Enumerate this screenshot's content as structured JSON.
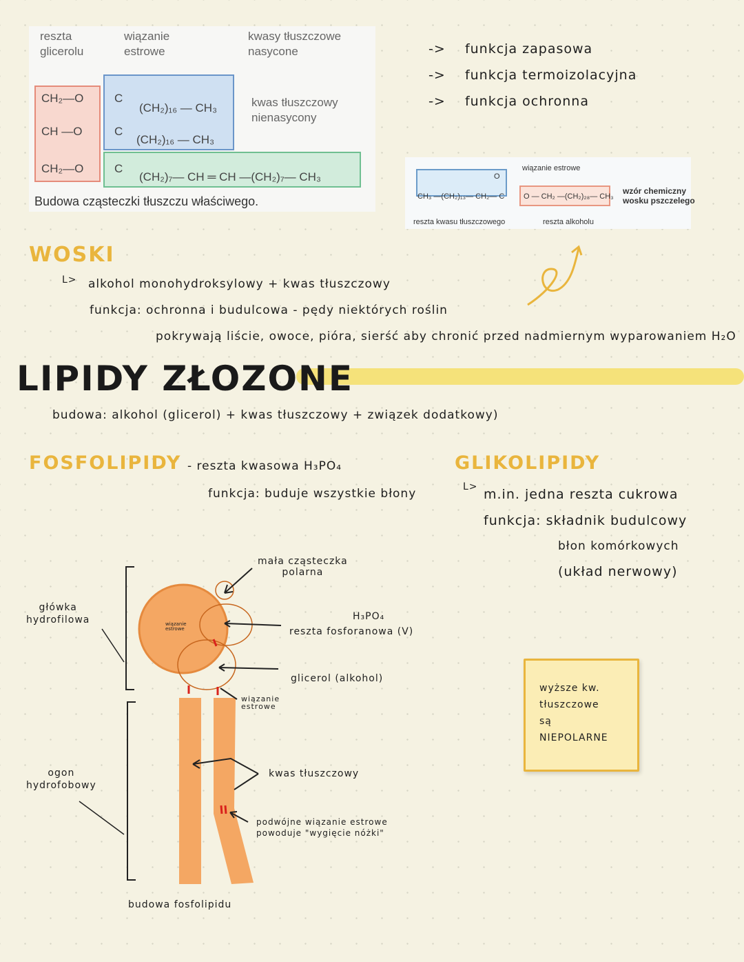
{
  "fat_figure": {
    "labels": {
      "glycerol_residue": "reszta\nglicerolu",
      "ester_bond": "wiązanie\nestrowe",
      "saturated": "kwasy tłuszczowe\nnasycone",
      "unsaturated": "kwas tłuszczowy\nnienasycony"
    },
    "rows": [
      "CH₂—O",
      "CH —O",
      "CH₂—O"
    ],
    "chains": [
      "(CH₂)₁₆ — CH₃",
      "(CH₂)₁₆ — CH₃",
      "(CH₂)₇— CH ═ CH —(CH₂)₇— CH₃"
    ],
    "carbonyl": "C",
    "oxygen": "O",
    "caption": "Budowa cząsteczki tłuszczu właściwego."
  },
  "functions": [
    {
      "arrow": "->",
      "text": "funkcja zapasowa"
    },
    {
      "arrow": "->",
      "text": "funkcja termoizolacyjna"
    },
    {
      "arrow": "->",
      "text": "funkcja ochronna"
    }
  ],
  "wax_figure": {
    "ester_bond": "wiązanie estrowe",
    "acid_part": "CH₃ —(CH₂)₁₃— CH₂— C",
    "oxygen": "O",
    "alcohol_part": "O — CH₂ —(CH₂)₂₈— CH₃",
    "title": "wzór chemiczny\nwosku pszczelego",
    "acid_label": "reszta kwasu tłuszczowego",
    "alcohol_label": "reszta alkoholu"
  },
  "woski": {
    "heading": "WOSKI",
    "arrow": "L>",
    "composition": "alkohol monohydroksylowy + kwas tłuszczowy",
    "function": "funkcja: ochronna i budulcowa - pędy niektórych roślin",
    "detail": "pokrywają liście, owoce, pióra, sierść aby chronić przed nadmiernym wyparowaniem H₂O"
  },
  "lipidy": {
    "heading": "LIPIDY ZŁOZONE",
    "structure": "budowa: alkohol (glicerol) + kwas tłuszczowy + związek dodatkowy)"
  },
  "fosfolipidy": {
    "heading": "FOSFOLIPIDY",
    "residue": "- reszta kwasowa H₃PO₄",
    "function": "funkcja: buduje wszystkie błony"
  },
  "glikolipidy": {
    "heading": "GLIKOLIPIDY",
    "arrow": "L>",
    "residue": "m.in. jedna reszta cukrowa",
    "function": "funkcja: składnik budulcowy",
    "function2": "błon komórkowych",
    "function3": "(układ nerwowy)"
  },
  "diagram": {
    "head": "główka\nhydrofilowa",
    "tail": "ogon\nhydrofobowy",
    "small_polar": "mała cząsteczka\npolarna",
    "h3po4": "H₃PO₄",
    "phosphate": "reszta fosforanowa (V)",
    "ester_inner": "wiązanie\nestrowe",
    "glycerol": "glicerol (alkohol)",
    "ester_bond": "wiązanie\nestrowe",
    "fatty_acid": "kwas tłuszczowy",
    "double_bond": "podwójne wiązanie estrowe\npowoduje \"wygięcie nóżki\"",
    "caption": "budowa fosfolipidu"
  },
  "note": {
    "text": "wyższe kw.\ntłuszczowe\nsą\nNIEPOLARNE"
  },
  "colors": {
    "accent_yellow": "#e9b53d",
    "highlight": "#f5e27a",
    "phospholipid": "#f4a763",
    "red_bond": "#d9221c"
  }
}
